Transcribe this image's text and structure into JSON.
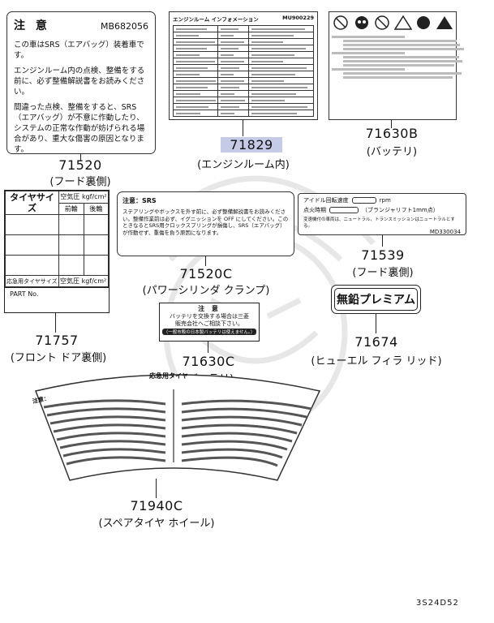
{
  "diagram_code": "3S24D52",
  "labels": [
    {
      "part": "71520",
      "location": "(フード裏側)"
    },
    {
      "part": "71829",
      "location": "(エンジンルーム内)",
      "highlighted": true
    },
    {
      "part": "71630B",
      "location": "(バッテリ)"
    },
    {
      "part": "71757",
      "location": "(フロント ドア裏側)"
    },
    {
      "part": "71520C",
      "location": "(パワーシリンダ クランプ)"
    },
    {
      "part": "71539",
      "location": "(フード裏側)"
    },
    {
      "part": "71630C",
      "location": "(バッテリ)"
    },
    {
      "part": "71674",
      "location": "(ヒューエル フィラ リッド)"
    },
    {
      "part": "71940C",
      "location": "(スペアタイヤ ホイール)"
    }
  ],
  "srs_hood": {
    "title": "注 意",
    "code": "MB682056",
    "line1": "この車はSRS（エアバッグ）装着車です。",
    "para2": "エンジンルーム内の点検、整備をする前に、必ず整備解説書をお読みください。",
    "para3": "間違った点検、整備をすると、SRS（エアバッグ）が不意に作動したり、システムの正常な作動が妨げられる場合があり、重大な傷害の原因となります。"
  },
  "emission": {
    "code": "MU900229",
    "header": "エンジンルーム インフォメーション"
  },
  "door": {
    "col1": "タイヤサイズ",
    "col2": "空気圧 kgf/cm²",
    "front": "前輪",
    "rear": "後輪",
    "spare": "応急用タイヤサイズ",
    "spare_pressure": "空気圧 kgf/cm²",
    "part_no": "PART No."
  },
  "srs_clamp": {
    "title": "注意：SRS",
    "text": "ステアリングやボックスを外す前に、必ず整備解説書をお読みください。整備作業前は必ず、イグニッションを OFF にしてください。このときなるとSRS用クロックスプリングが損傷し、SRS（エアバッグ）が作動せず、重傷を負う原因になります。"
  },
  "idle": {
    "line1": "アイドル回転速度",
    "rpm": "rpm",
    "line2": "点火時期",
    "line2b": "（ブランジャリフト1mm点）",
    "line3": "変速機付の車両は、ニュートラル、トランスミッションはニュートラルとする。",
    "code": "MD330034"
  },
  "battery_clamp": {
    "title": "注 意",
    "line1": "バッテリを交換する場合は三菱",
    "line2": "販売会社へご相談下さい。",
    "line3": "（一般市販の日本製バッテリは使えません。）"
  },
  "premium": {
    "text": "無鉛プレミアム"
  },
  "spare_tire": {
    "title": "応急用タイヤ",
    "left_head": "注意："
  }
}
